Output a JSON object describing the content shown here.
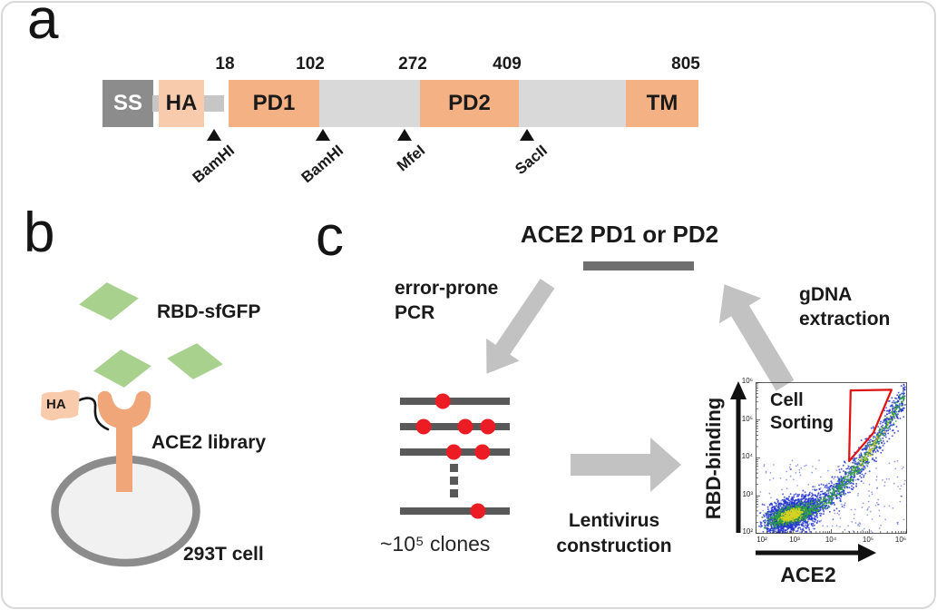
{
  "figure_card": {
    "panel_a": {
      "label": "a",
      "residue_numbers": [
        "18",
        "102",
        "272",
        "409",
        "805"
      ],
      "segments": [
        {
          "label": "SS"
        },
        {
          "label": "HA"
        },
        {
          "label": "PD1"
        },
        {
          "label": "PD2"
        },
        {
          "label": "TM"
        }
      ],
      "restriction_sites": [
        {
          "label": "BamHI"
        },
        {
          "label": "BamHI"
        },
        {
          "label": "MfeI"
        },
        {
          "label": "SacII"
        }
      ]
    },
    "panel_b": {
      "label": "b",
      "ligand_label": "RBD-sfGFP",
      "tag_label": "HA",
      "receptor_label": "ACE2 library",
      "cell_label": "293T cell"
    },
    "panel_c": {
      "label": "c",
      "template_title": "ACE2 PD1 or PD2",
      "step_error_prone": {
        "line1": "error-prone",
        "line2": "PCR"
      },
      "clones_label": "~10⁵ clones",
      "step_lentivirus": {
        "line1": "Lentivirus",
        "line2": "construction"
      },
      "step_gdna": {
        "line1": "gDNA",
        "line2": "extraction"
      },
      "mutant_library_bars": [
        {
          "mutation_positions": [
            0.39
          ]
        },
        {
          "mutation_positions": [
            0.215,
            0.595,
            0.8
          ]
        },
        {
          "mutation_positions": [
            0.49,
            0.75
          ]
        },
        {
          "mutation_positions": [
            0.71
          ]
        }
      ]
    }
  },
  "chart_data": {
    "type": "scatter",
    "xlabel": "ACE2",
    "ylabel": "RBD-binding",
    "scale": "log-log",
    "x_range_log10": [
      2,
      6
    ],
    "y_range_log10": [
      2,
      6
    ],
    "x_tick_labels": [
      "10²",
      "10³",
      "10⁴",
      "10⁵",
      "10⁶"
    ],
    "y_tick_labels": [
      "10²",
      "10³",
      "10⁴",
      "10⁵",
      "10⁶"
    ],
    "gate": {
      "label_line1": "Cell",
      "label_line2": "Sorting",
      "color": "#E01313",
      "polygon_log10": [
        [
          4.51,
          5.78
        ],
        [
          5.59,
          5.8
        ],
        [
          5.11,
          4.66
        ],
        [
          4.47,
          3.92
        ]
      ]
    },
    "density_band_log10": [
      [
        2.35,
        2.32
      ],
      [
        2.7,
        2.42
      ],
      [
        3.0,
        2.5
      ],
      [
        3.3,
        2.58
      ],
      [
        3.6,
        2.72
      ],
      [
        3.9,
        2.9
      ],
      [
        4.2,
        3.18
      ],
      [
        4.5,
        3.52
      ],
      [
        4.8,
        3.88
      ],
      [
        5.1,
        4.3
      ],
      [
        5.4,
        4.78
      ],
      [
        5.7,
        5.25
      ],
      [
        5.95,
        5.62
      ]
    ],
    "dense_cluster_log10": [
      2.95,
      2.5
    ],
    "density_colors": {
      "low": "#2335CF",
      "mid": "#2EA23D",
      "high": "#D6D123"
    },
    "n_points": 4100,
    "seed": 42
  },
  "colors": {
    "domain_orange": "#F4B183",
    "tag_peach": "#F8CBAD",
    "signal_gray": "#8C8C8C",
    "backbone_gray": "#D9D9D9",
    "block_arrow_gray": "#C2C2C2",
    "dark_bar_gray": "#595959",
    "title_bar_gray": "#6F6F6F",
    "mutation_red": "#EB1C24",
    "gfp_green": "#A9D18E",
    "receptor_orange": "#F0A678",
    "cell_fill": "#F1F1F1",
    "cell_stroke": "#8C8C8C"
  }
}
